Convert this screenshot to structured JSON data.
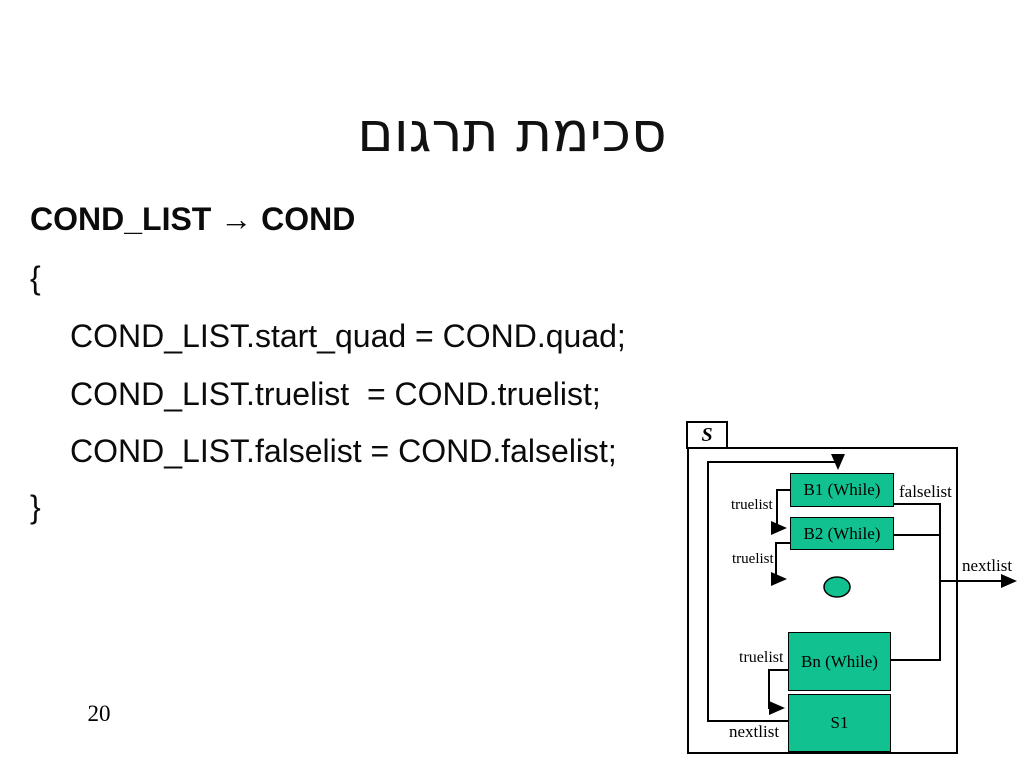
{
  "slide": {
    "title": "סכימת תרגום",
    "page_number": "20",
    "background": "#ffffff"
  },
  "code": {
    "line1": "COND_LIST → COND",
    "line2": "{",
    "line3": "COND_LIST.start_quad = COND.quad;",
    "line4": "COND_LIST.truelist  = COND.truelist;",
    "line5": "COND_LIST.falselist = COND.falselist;",
    "line6": "}"
  },
  "diagram": {
    "frame_label": "S",
    "boxes": {
      "b1": "B1 (While)",
      "b2": "B2 (While)",
      "bn": "Bn (While)",
      "s1": "S1"
    },
    "labels": {
      "truelist_1": "truelist",
      "truelist_2": "truelist",
      "truelist_3": "truelist",
      "falselist": "falselist",
      "nextlist_out": "nextlist",
      "nextlist_loop": "nextlist"
    },
    "colors": {
      "box_fill": "#12c190",
      "line": "#000000"
    }
  }
}
